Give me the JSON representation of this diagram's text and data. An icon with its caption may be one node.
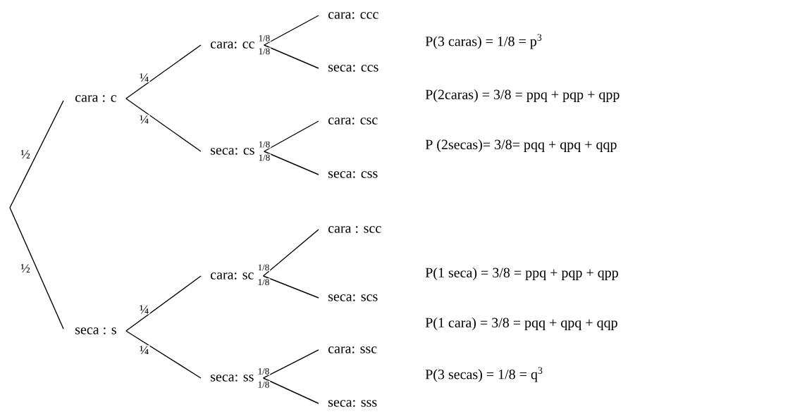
{
  "diagram": {
    "nodes": [
      {
        "text": [
          "cara : c"
        ]
      },
      {
        "text": [
          "seca : s"
        ]
      },
      {
        "text": [
          "cara: cc"
        ]
      },
      {
        "text": [
          "seca: cs"
        ]
      },
      {
        "text": [
          "cara: sc"
        ]
      },
      {
        "text": [
          "seca: ss"
        ]
      },
      {
        "text": [
          "cara: ccc"
        ]
      },
      {
        "text": [
          "seca: ccs"
        ]
      },
      {
        "text": [
          "cara: csc"
        ]
      },
      {
        "text": [
          "seca: css"
        ]
      },
      {
        "text": [
          "cara : scc"
        ]
      },
      {
        "text": [
          "seca: scs"
        ]
      },
      {
        "text": [
          "cara: ssc"
        ]
      },
      {
        "text": [
          "seca: sss"
        ]
      }
    ],
    "edges": [
      {
        "from": null,
        "to": 0,
        "arrow": "none",
        "label": "½"
      },
      {
        "from": null,
        "to": 1,
        "arrow": "none",
        "label": "½"
      },
      {
        "from": 0,
        "to": 2,
        "arrow": "none",
        "label": "¼"
      },
      {
        "from": 0,
        "to": 3,
        "arrow": "none",
        "label": "¼"
      },
      {
        "from": 1,
        "to": 4,
        "arrow": "none",
        "label": "¼"
      },
      {
        "from": 1,
        "to": 5,
        "arrow": "none",
        "label": "¼"
      },
      {
        "from": 2,
        "to": 6,
        "arrow": "none",
        "label": "1/8"
      },
      {
        "from": 2,
        "to": 7,
        "arrow": "none",
        "label": "1/8"
      },
      {
        "from": 3,
        "to": 8,
        "arrow": "none",
        "label": "1/8"
      },
      {
        "from": 3,
        "to": 9,
        "arrow": "none",
        "label": "1/8"
      },
      {
        "from": 4,
        "to": 10,
        "arrow": "none",
        "label": "1/8"
      },
      {
        "from": 4,
        "to": 11,
        "arrow": "none",
        "label": "1/8"
      },
      {
        "from": 5,
        "to": 12,
        "arrow": "none",
        "label": "1/8"
      },
      {
        "from": 5,
        "to": 13,
        "arrow": "none",
        "label": "1/8"
      }
    ],
    "labels": [
      "P(3 caras) = 1/8 = p$^{3}$",
      "P(2caras) = 3/8 = ppq + pqp + qpp",
      "P (2secas)= 3/8= pqq + qpq + qqp",
      "P(1 seca) = 3/8 = ppq + pqp + qpp",
      "P(1 cara) = 3/8 = pqq + qpq + qqp",
      "P(3 secas) = 1/8 = q$^{3}$"
    ]
  }
}
